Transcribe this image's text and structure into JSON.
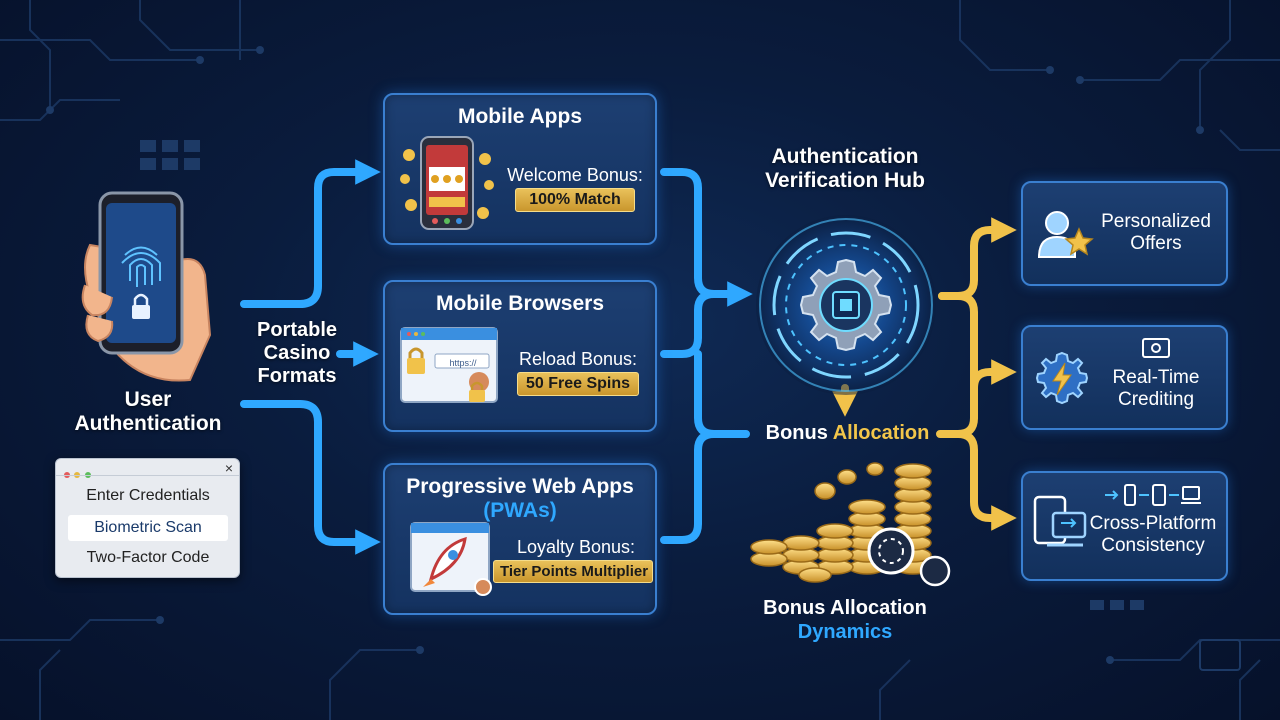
{
  "user": {
    "label": "User\nAuthentication",
    "login_items": [
      "Enter Credentials",
      "Biometric Scan",
      "Two-Factor Code"
    ],
    "close": "×"
  },
  "formats_label": "Portable\nCasino\nFormats",
  "channels": [
    {
      "title": "Mobile Apps",
      "bonus_label": "Welcome Bonus:",
      "bonus_value": "100% Match"
    },
    {
      "title": "Mobile Browsers",
      "bonus_label": "Reload Bonus:",
      "bonus_value": "50 Free Spins",
      "url_text": "https://"
    },
    {
      "title_line1": "Progressive Web Apps",
      "title_line2": "(PWAs)",
      "bonus_label": "Loyalty Bonus:",
      "bonus_value": "Tier Points Multiplier"
    }
  ],
  "hub": {
    "title": "Authentication\nVerification Hub"
  },
  "bonus_allocation": {
    "word1": "Bonus",
    "word2": "Allocation"
  },
  "dynamics": {
    "line1": "Bonus Allocation",
    "line2": "Dynamics"
  },
  "outcomes": [
    {
      "label": "Personalized\nOffers"
    },
    {
      "label": "Real-Time\nCrediting"
    },
    {
      "label": "Cross-Platform\nConsistency"
    }
  ],
  "colors": {
    "blue_arrow": "#2fa8ff",
    "gold_arrow": "#f1c24a",
    "panel_border": "#3a7fd0"
  }
}
